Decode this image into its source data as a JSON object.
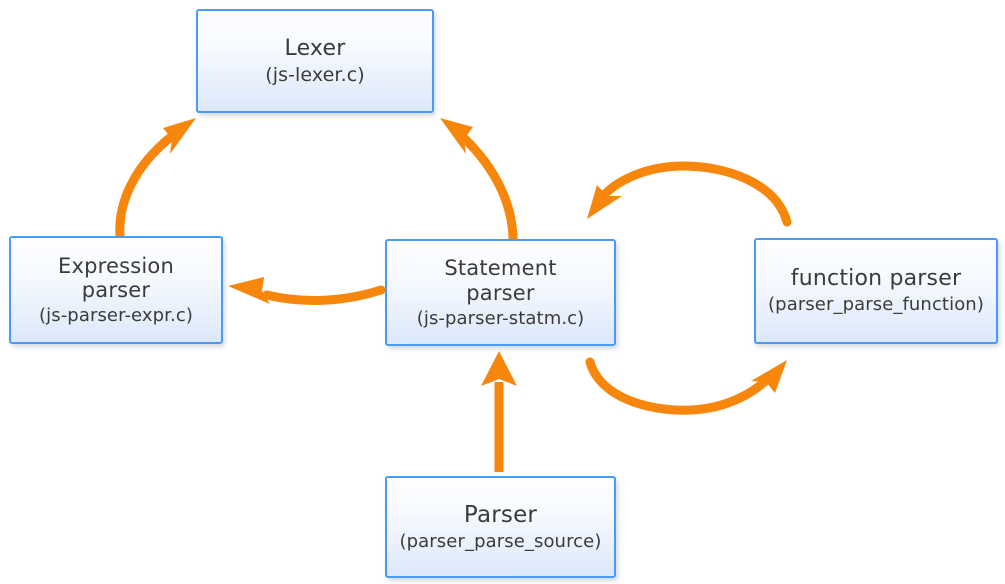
{
  "diagram": {
    "type": "flow-diagram",
    "background_color": "#ffffff",
    "node_border_color": "#4a9bf5",
    "node_fill_top_color": "#fdfeff",
    "node_fill_bottom_color": "#dbe8fb",
    "arrow_color": "#f7860d",
    "nodes": [
      {
        "id": "lexer",
        "title": "Lexer",
        "sub": "(js-lexer.c)"
      },
      {
        "id": "expression",
        "title": "Expression\nparser",
        "title_line1": "Expression",
        "title_line2": "parser",
        "sub": "(js-parser-expr.c)"
      },
      {
        "id": "statement",
        "title_line1": "Statement",
        "title_line2": "parser",
        "sub": "(js-parser-statm.c)"
      },
      {
        "id": "function",
        "title": "function parser",
        "sub": "(parser_parse_function)"
      },
      {
        "id": "parser",
        "title": "Parser",
        "sub": "(parser_parse_source)"
      }
    ],
    "edges": [
      {
        "id": "expression-to-lexer",
        "from": "expression",
        "to": "lexer",
        "style": "curved-arrow"
      },
      {
        "id": "statement-to-lexer",
        "from": "statement",
        "to": "lexer",
        "style": "curved-arrow"
      },
      {
        "id": "statement-to-expression",
        "from": "statement",
        "to": "expression",
        "style": "curved-arrow"
      },
      {
        "id": "function-to-statement",
        "from": "function",
        "to": "statement",
        "style": "arc-over-arrow"
      },
      {
        "id": "statement-to-function",
        "from": "statement",
        "to": "function",
        "style": "arc-under-arrow"
      },
      {
        "id": "parser-to-statement",
        "from": "parser",
        "to": "statement",
        "style": "straight-arrow"
      }
    ]
  },
  "nodes": {
    "lexer": {
      "title": "Lexer",
      "sub": "(js-lexer.c)"
    },
    "expression": {
      "line1": "Expression",
      "line2": "parser",
      "sub": "(js-parser-expr.c)"
    },
    "statement": {
      "line1": "Statement",
      "line2": "parser",
      "sub": "(js-parser-statm.c)"
    },
    "function": {
      "title": "function parser",
      "sub": "(parser_parse_function)"
    },
    "parser": {
      "title": "Parser",
      "sub": "(parser_parse_source)"
    }
  }
}
